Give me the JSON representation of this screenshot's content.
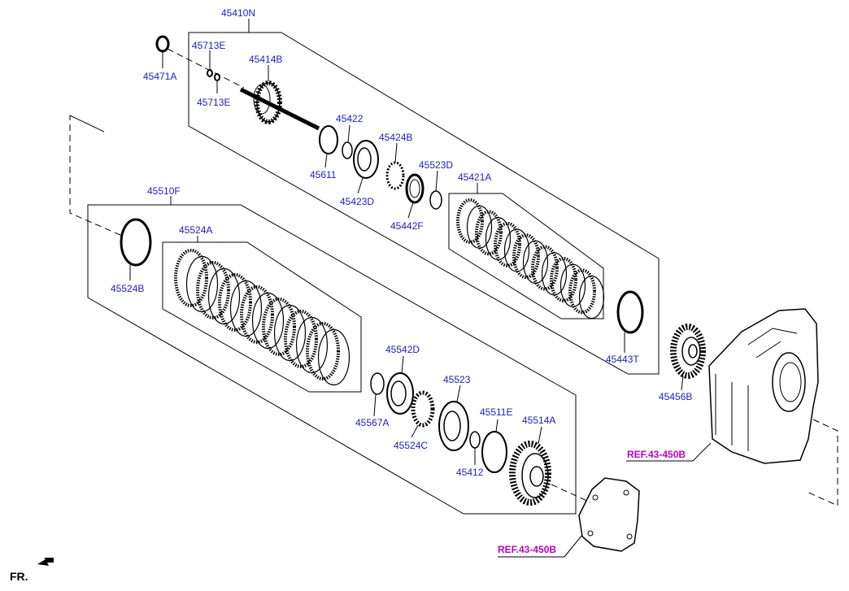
{
  "diagram": {
    "group_labels": {
      "g45410N": "45410N",
      "g45510F": "45510F",
      "g45524A": "45524A",
      "g45421A": "45421A"
    },
    "part_labels": {
      "p45471A": "45471A",
      "p45713E_a": "45713E",
      "p45713E_b": "45713E",
      "p45414B": "45414B",
      "p45422": "45422",
      "p45611": "45611",
      "p45424B": "45424B",
      "p45423D": "45423D",
      "p45523D": "45523D",
      "p45442F": "45442F",
      "p45524B": "45524B",
      "p45443T": "45443T",
      "p45456B": "45456B",
      "p45542D": "45542D",
      "p45567A": "45567A",
      "p45523": "45523",
      "p45524C": "45524C",
      "p45511E": "45511E",
      "p45514A": "45514A",
      "p45412": "45412"
    },
    "refs": {
      "ref_case": "REF.43-450B",
      "ref_cover": "REF.43-450B"
    },
    "front_marker": "FR."
  },
  "colors": {
    "label_blue": "#1c1cc8",
    "ref_magenta": "#c000c0",
    "line": "#000000"
  }
}
